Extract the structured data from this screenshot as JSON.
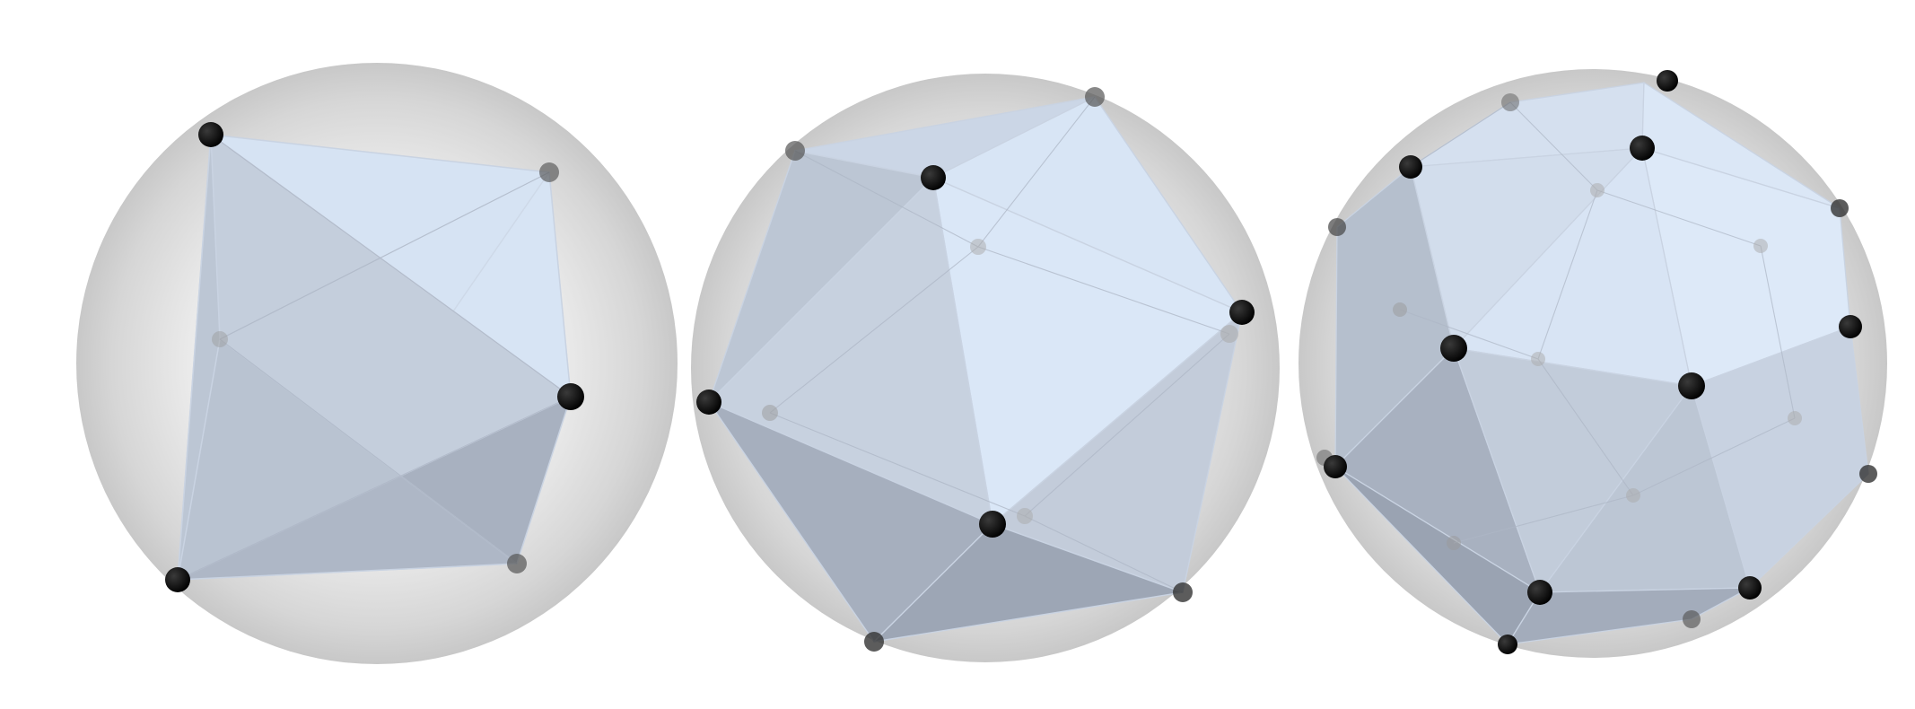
{
  "figure": {
    "panels": [
      {
        "vertex_count": 6,
        "colors": {
          "sphere_light": "#f4f4f4",
          "sphere_dark": "#c4c4c4",
          "face_light": "#dce8f6",
          "face_dark": "#8f98a8",
          "vertex": "#000000"
        }
      },
      {
        "vertex_count": 12,
        "colors": {
          "sphere_light": "#f4f4f4",
          "sphere_dark": "#c4c4c4",
          "face_light": "#dce8f6",
          "face_dark": "#8f98a8",
          "vertex": "#000000"
        }
      },
      {
        "vertex_count": 24,
        "colors": {
          "sphere_light": "#f4f4f4",
          "sphere_dark": "#c4c4c4",
          "face_light": "#dce8f6",
          "face_dark": "#8f98a8",
          "vertex": "#000000"
        }
      }
    ]
  }
}
